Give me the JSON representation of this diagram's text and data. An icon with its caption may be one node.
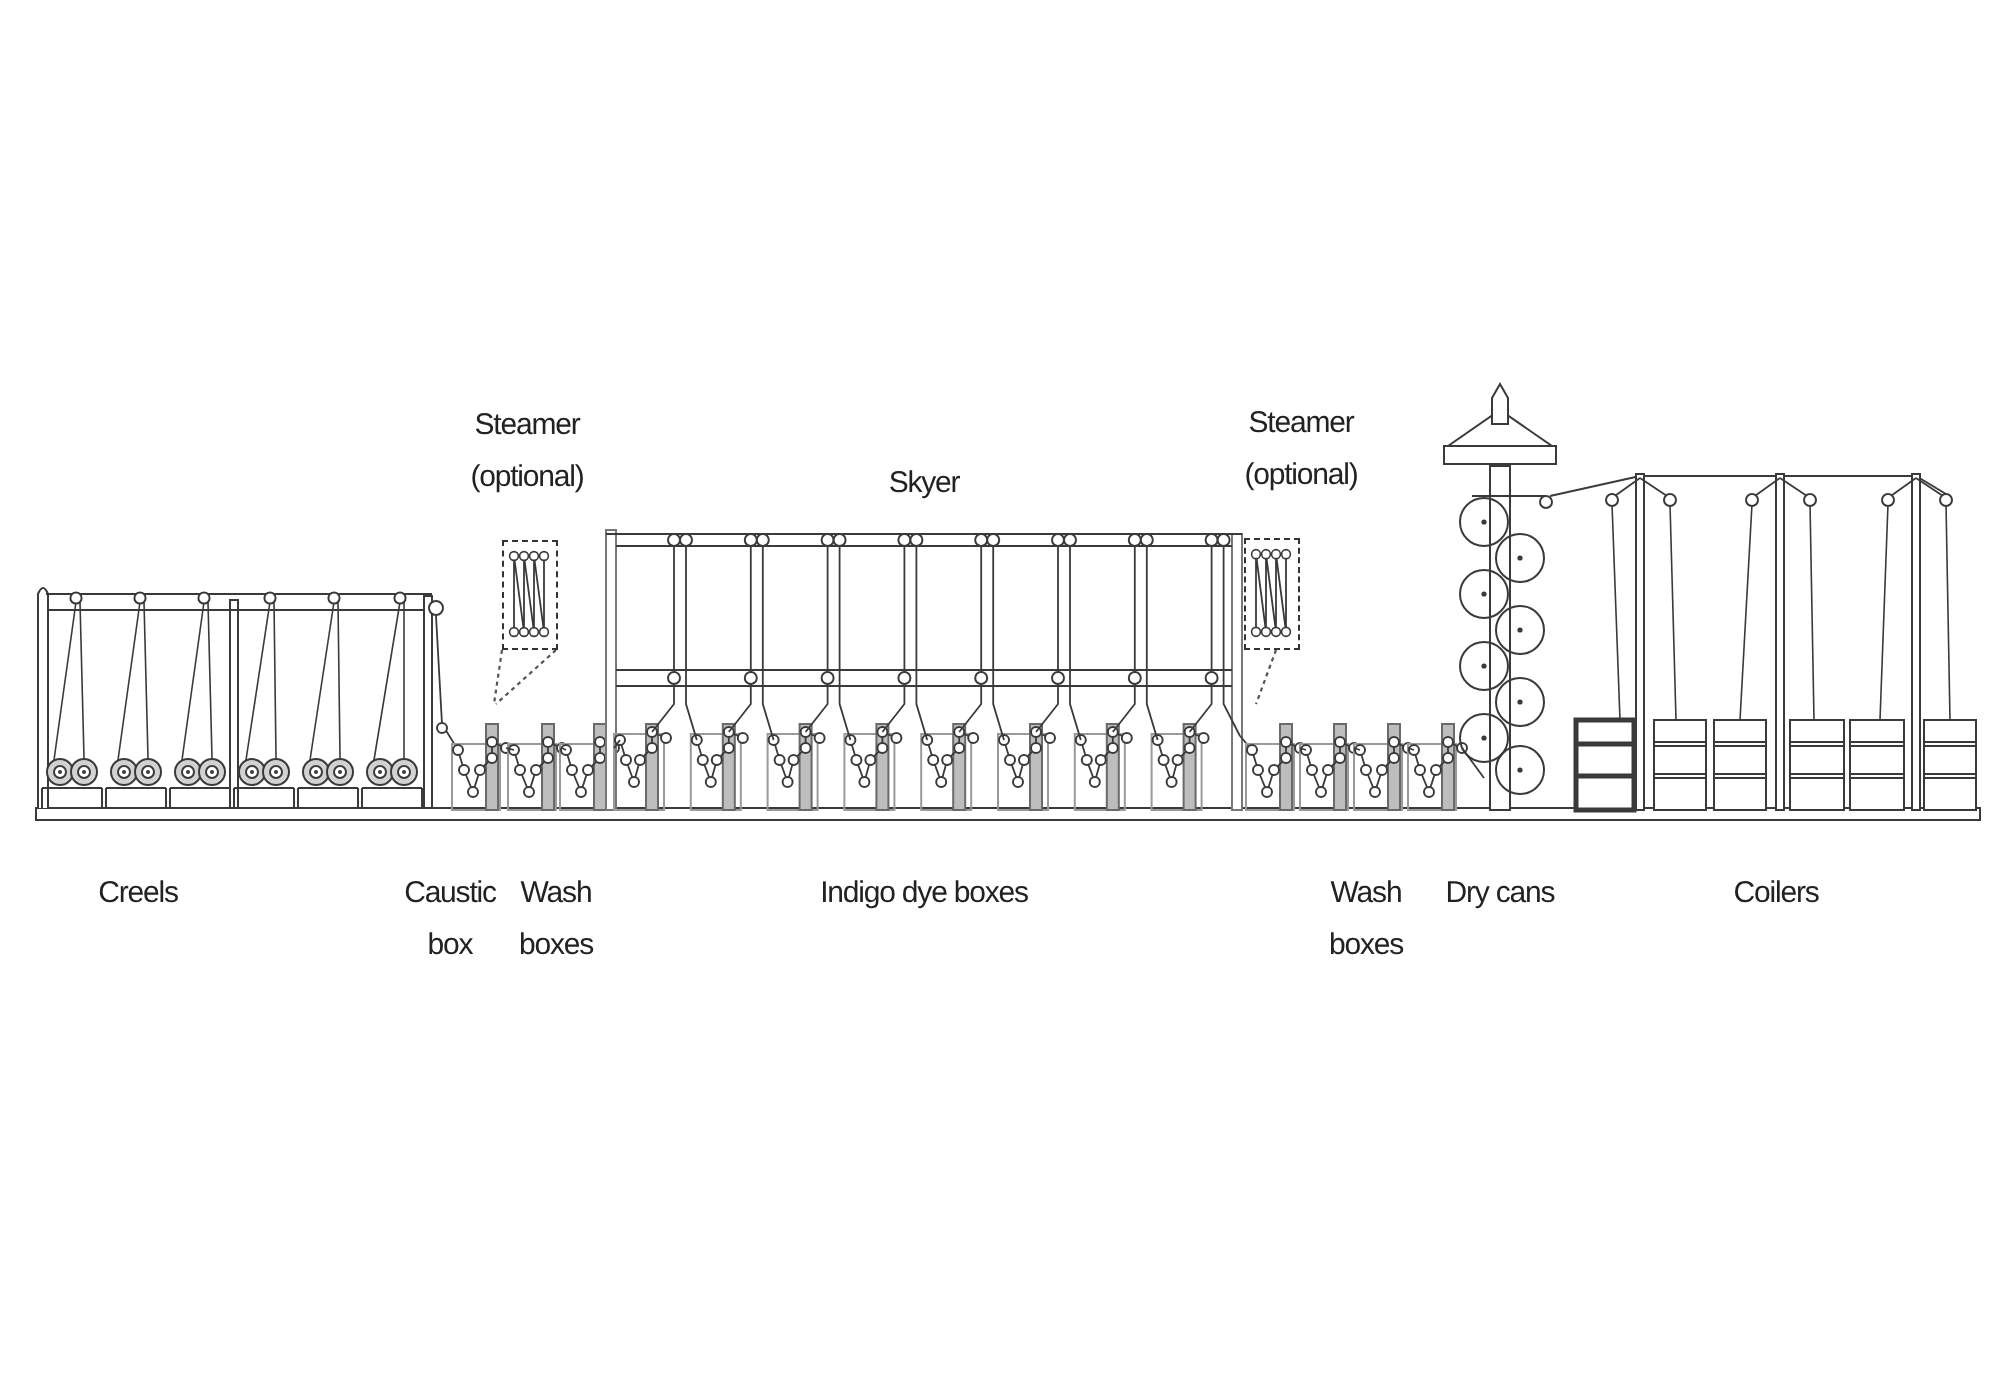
{
  "diagram": {
    "nodes": [
      {
        "text": [
          "Steamer (optional)"
        ]
      },
      {
        "text": [
          "Steamer (optional)"
        ]
      }
    ],
    "edges": [
      {
        "from": 0,
        "to": null,
        "arrow": "none",
        "style": "dashed"
      },
      {
        "from": 0,
        "to": null,
        "arrow": "none",
        "style": "dashed"
      },
      {
        "from": 1,
        "to": null,
        "arrow": "none",
        "style": "dashed"
      }
    ],
    "labels": [
      "Skyer",
      "Creels",
      "Caustic box",
      "Wash boxes",
      "Indigo dye boxes",
      "Wash boxes",
      "Dry cans",
      "Coilers"
    ]
  }
}
